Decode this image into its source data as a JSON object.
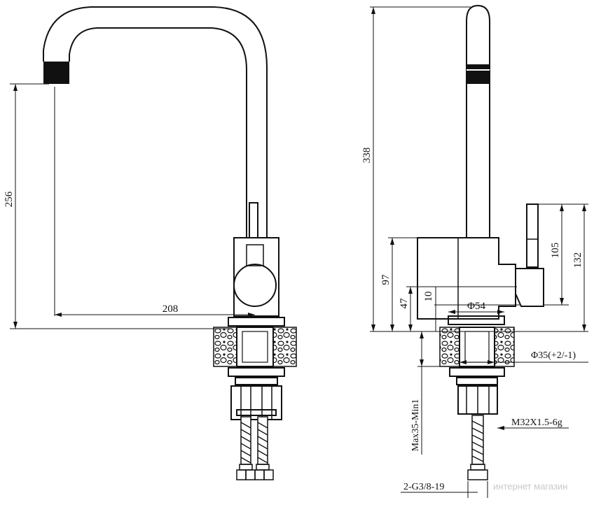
{
  "dimensions": {
    "height_spout": "256",
    "reach": "208",
    "total_height": "338",
    "body_height": "97",
    "base_offset": "47",
    "handle_offset": "10",
    "base_diameter": "Φ54",
    "handle_height": "105",
    "handle_total": "132",
    "hole_diameter": "Φ35(+2/-1)",
    "thread": "M32X1.5-6g",
    "countertop": "Max35-Min1",
    "hoses": "2-G3/8-19"
  },
  "watermark": "интернет магазин"
}
